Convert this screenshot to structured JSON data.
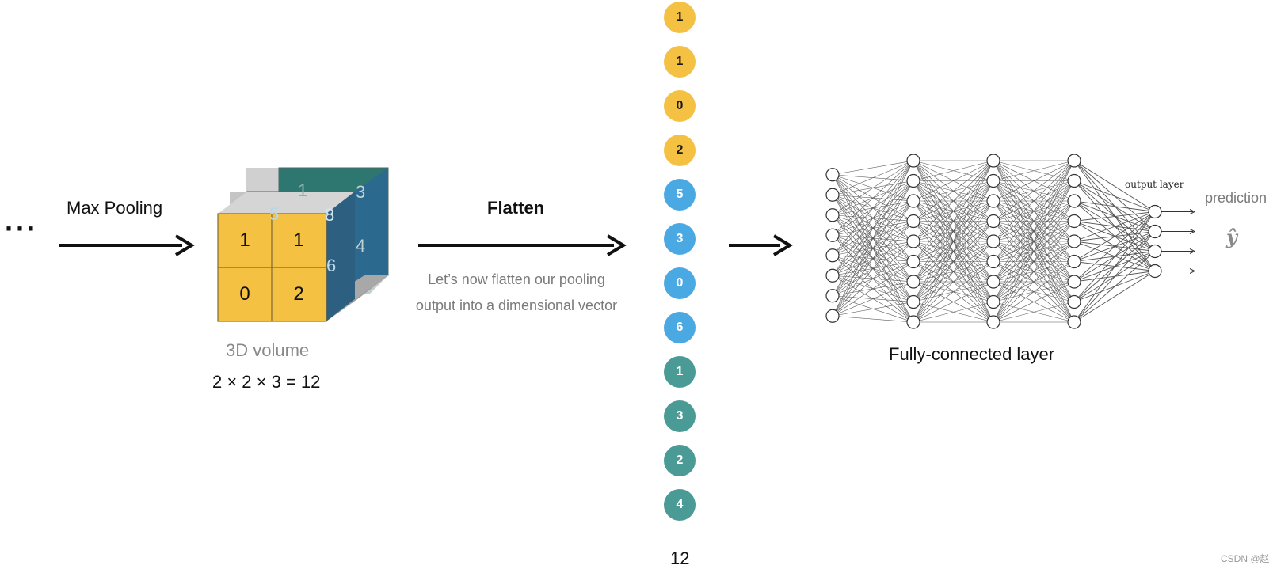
{
  "labels": {
    "max_pooling": "Max Pooling",
    "flatten": "Flatten",
    "flatten_desc_line1": "Let’s now flatten our pooling",
    "flatten_desc_line2": "output into a dimensional vector",
    "volume": "3D volume",
    "formula": "2 × 2 × 3 = 12",
    "vector_count": "12",
    "fully_connected": "Fully-connected layer",
    "output_layer": "output layer",
    "prediction": "prediction",
    "y_hat": "ŷ",
    "ellipsis": "···",
    "watermark": "CSDN @赵"
  },
  "colors": {
    "yellow": "#F5C142",
    "blue": "#3E91C9",
    "teal": "#2E7670",
    "teal_circle": "#4A9A96",
    "blue_circle": "#4AA8E3"
  },
  "volume": {
    "front_yellow": [
      "1",
      "1",
      "0",
      "2"
    ],
    "middle_blue_visible": [
      "5",
      "8",
      "6"
    ],
    "back_teal_visible": [
      "1",
      "3",
      "4"
    ]
  },
  "vector": [
    {
      "value": "1",
      "color": "yellow"
    },
    {
      "value": "1",
      "color": "yellow"
    },
    {
      "value": "0",
      "color": "yellow"
    },
    {
      "value": "2",
      "color": "yellow"
    },
    {
      "value": "5",
      "color": "blue"
    },
    {
      "value": "3",
      "color": "blue"
    },
    {
      "value": "0",
      "color": "blue"
    },
    {
      "value": "6",
      "color": "blue"
    },
    {
      "value": "1",
      "color": "teal"
    },
    {
      "value": "3",
      "color": "teal"
    },
    {
      "value": "2",
      "color": "teal"
    },
    {
      "value": "4",
      "color": "teal"
    }
  ],
  "network": {
    "layer_sizes": [
      8,
      9,
      9,
      9,
      4
    ]
  }
}
